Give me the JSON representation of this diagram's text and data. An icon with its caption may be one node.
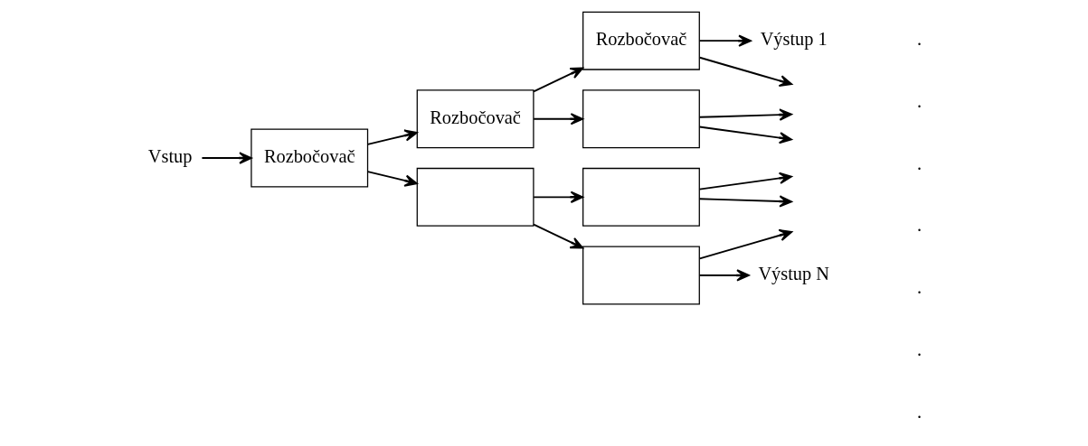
{
  "diagram": {
    "nodes": [
      {
        "text": [
          "Vstup"
        ]
      },
      {
        "text": [
          "Rozbočovač"
        ]
      },
      {
        "text": [
          "Rozbočovač"
        ]
      },
      {
        "text": [],
        "shape": "box"
      },
      {
        "text": [
          "Rozbočovač"
        ]
      },
      {
        "text": [],
        "shape": "box"
      },
      {
        "text": [],
        "shape": "box"
      },
      {
        "text": [],
        "shape": "box"
      },
      {
        "text": [
          "Výstup 1"
        ]
      },
      {
        "text": [
          "Výstup N"
        ]
      }
    ],
    "edges": [
      {
        "from": 0,
        "to": 1,
        "arrow": "to"
      },
      {
        "from": 1,
        "to": 2,
        "arrow": "to"
      },
      {
        "from": 1,
        "to": 3,
        "arrow": "to"
      },
      {
        "from": 2,
        "to": 4,
        "arrow": "to"
      },
      {
        "from": 2,
        "to": 5,
        "arrow": "to"
      },
      {
        "from": 3,
        "to": 6,
        "arrow": "to"
      },
      {
        "from": 3,
        "to": 7,
        "arrow": "to"
      },
      {
        "from": 4,
        "to": 8,
        "arrow": "to"
      },
      {
        "from": 4,
        "to": null,
        "arrow": "to"
      },
      {
        "from": 5,
        "to": null,
        "arrow": "to"
      },
      {
        "from": 5,
        "to": null,
        "arrow": "to"
      },
      {
        "from": 6,
        "to": null,
        "arrow": "to"
      },
      {
        "from": 6,
        "to": null,
        "arrow": "to"
      },
      {
        "from": 7,
        "to": null,
        "arrow": "to"
      },
      {
        "from": 7,
        "to": 9,
        "arrow": "to"
      }
    ],
    "labels": [
      ".",
      ".",
      ".",
      ".",
      ".",
      ".",
      "."
    ]
  }
}
